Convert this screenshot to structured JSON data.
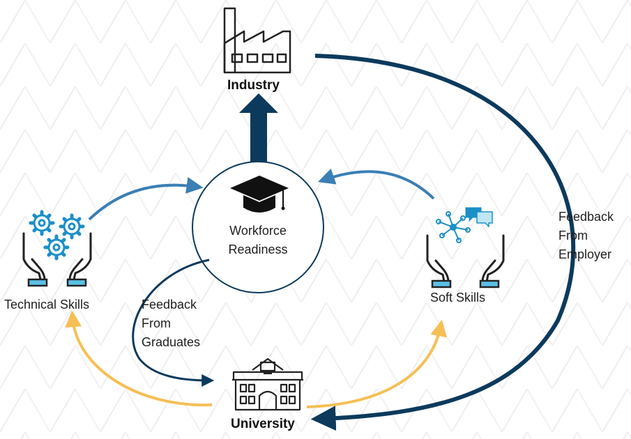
{
  "nodes": {
    "industry": {
      "label": "Industry"
    },
    "university": {
      "label": "University"
    },
    "workforce": {
      "line1": "Workforce",
      "line2": "Readiness"
    },
    "technical": {
      "label": "Technical Skills"
    },
    "soft": {
      "label": "Soft Skills"
    }
  },
  "feedback": {
    "graduates": {
      "line1": "Feedback",
      "line2": "From",
      "line3": "Graduates"
    },
    "employer": {
      "line1": "Feedback",
      "line2": "From",
      "line3": "Employer"
    }
  },
  "colors": {
    "dark_navy": "#0c3a5c",
    "mid_blue": "#3a7fb5",
    "gold": "#f5bf55",
    "icon_cyan": "#5bc0e6",
    "icon_dark": "#222222"
  }
}
